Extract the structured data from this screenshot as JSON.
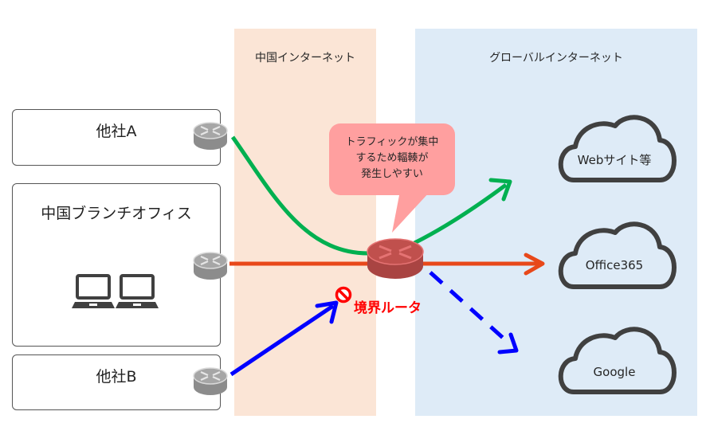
{
  "zones": {
    "china": {
      "title": "中国インターネット",
      "color": "#fbe5d6"
    },
    "global": {
      "title": "グローバルインターネット",
      "color": "#deebf7"
    }
  },
  "sites": {
    "company_a": {
      "label": "他社A"
    },
    "china_branch": {
      "label": "中国ブランチオフィス"
    },
    "company_b": {
      "label": "他社B"
    }
  },
  "callout": {
    "lines": [
      "トラフィックが集中",
      "するため輻輳が",
      "発生しやすい"
    ],
    "color": "#ff9f9f"
  },
  "border_router": {
    "label": "境界ルータ",
    "color": "#c0504d",
    "label_color": "#ff0000"
  },
  "clouds": [
    {
      "label": "Webサイト等"
    },
    {
      "label": "Office365"
    },
    {
      "label": "Google"
    }
  ],
  "flows": {
    "company_a": {
      "color": "#00b050",
      "style": "solid"
    },
    "china_branch": {
      "color": "#e8481a",
      "style": "solid"
    },
    "company_b": {
      "color": "#0000ff",
      "style": "dashed-blocked"
    }
  },
  "blocked_icon": {
    "color": "#ff0000"
  }
}
